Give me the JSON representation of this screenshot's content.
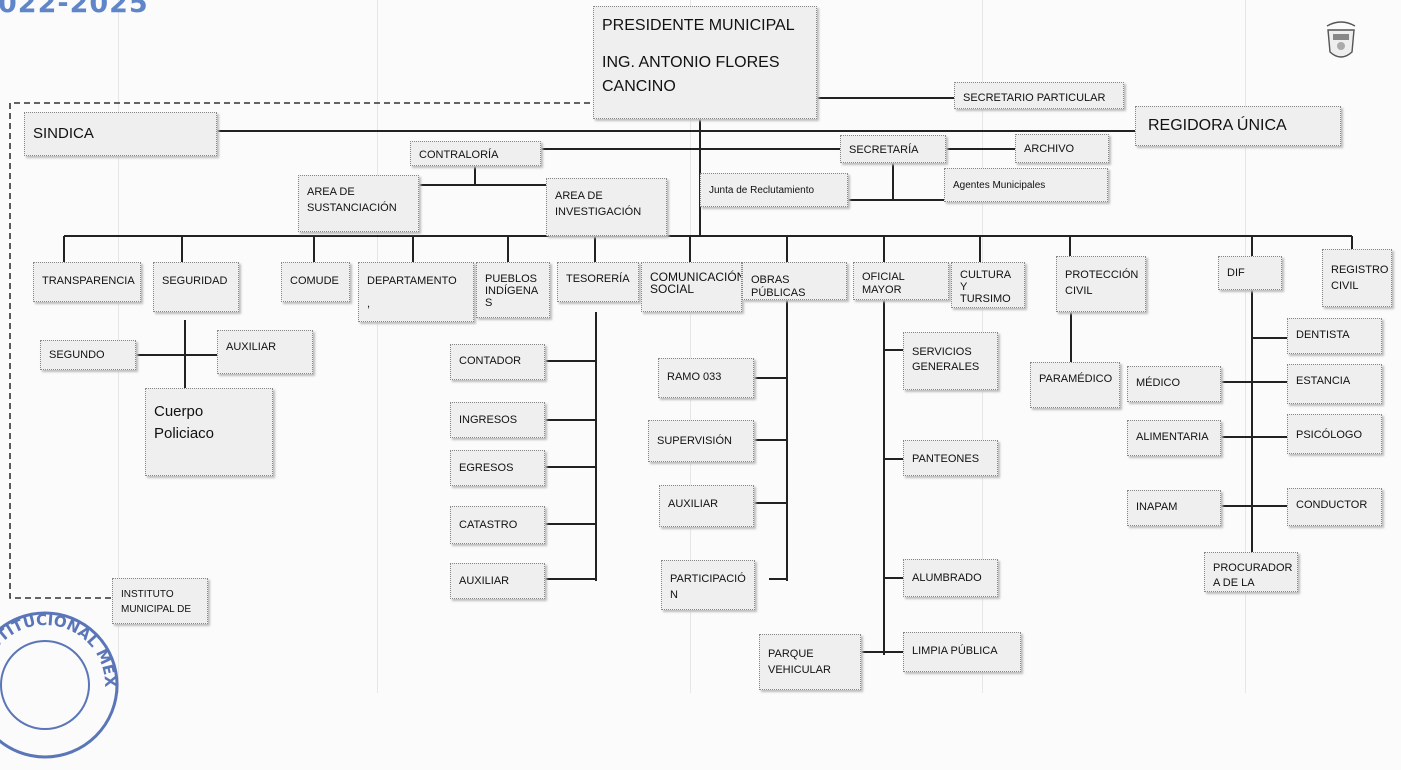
{
  "header": {
    "period": "022-2025"
  },
  "president": {
    "title": "PRESIDENTE MUNICIPAL",
    "name": "ING. ANTONIO FLORES CANCINO"
  },
  "top_level": {
    "secretario_particular": "SECRETARIO PARTICULAR",
    "sindica": "SINDICA",
    "regidora": "REGIDORA ÚNICA",
    "contraloria": "CONTRALORÍA",
    "area_sustanciacion": "AREA DE SUSTANCIACIÓN",
    "area_investigacion": "AREA DE INVESTIGACIÓN",
    "secretaria": "SECRETARÍA",
    "archivo": "ARCHIVO",
    "junta": "Junta de Reclutamiento",
    "agentes": "Agentes Municipales"
  },
  "departments": {
    "transparencia": "TRANSPARENCIA",
    "seguridad": "SEGURIDAD",
    "comude": "COMUDE",
    "departamento": "DEPARTAMENTO",
    "pueblos": "PUEBLOS INDÍGENA S",
    "tesoreria": "TESORERÍA",
    "comunicacion": "COMUNICACIÓN SOCIAL",
    "obras": "OBRAS PÚBLICAS",
    "oficial_mayor": "OFICIAL MAYOR",
    "cultura": "CULTURA Y TURSIMO",
    "proteccion": "PROTECCIÓN CIVIL",
    "dif": "DIF",
    "registro": "REGISTRO CIVIL"
  },
  "seguridad_units": {
    "segundo": "SEGUNDO",
    "auxiliar": "AUXILIAR",
    "policia": "Cuerpo Policiaco"
  },
  "instituto": "INSTITUTO MUNICIPAL DE",
  "tesoreria_units": [
    "CONTADOR",
    "INGRESOS",
    "EGRESOS",
    "CATASTRO",
    "AUXILIAR"
  ],
  "obras_units": [
    "RAMO 033",
    "SUPERVISIÓN",
    "AUXILIAR",
    "PARTICIPACIÓ N"
  ],
  "oficial_units": [
    "SERVICIOS GENERALES",
    "PANTEONES",
    "ALUMBRADO",
    "LIMPIA PÚBLICA",
    "PARQUE VEHICULAR"
  ],
  "proteccion_units": [
    "PARAMÉDICO"
  ],
  "dif_left": [
    "MÉDICO",
    "ALIMENTARIA",
    "INAPAM"
  ],
  "dif_right": [
    "DENTISTA",
    "ESTANCIA",
    "PSICÓLOGO",
    "CONDUCTOR"
  ],
  "procurador": "PROCURADOR A DE LA",
  "stamp_text": "CONSTITUCIONAL MEXICO"
}
